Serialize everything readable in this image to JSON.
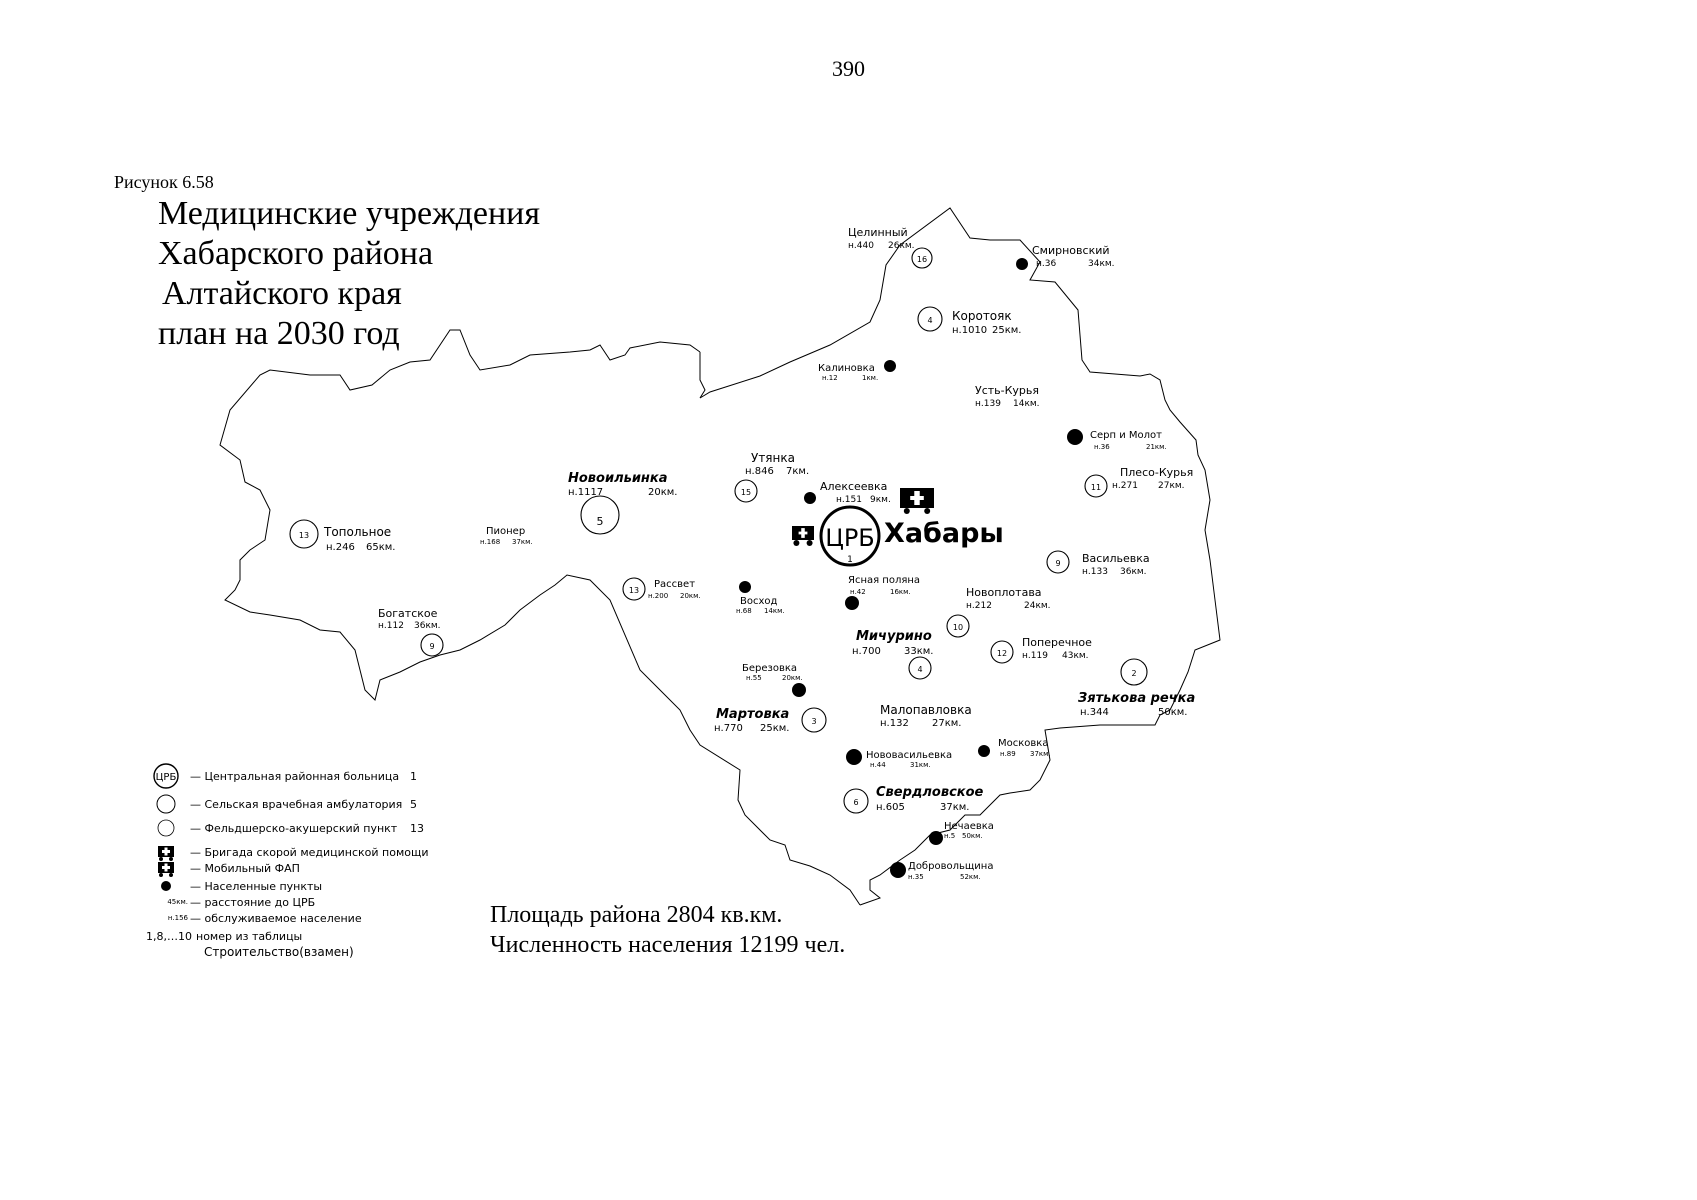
{
  "page_number": "390",
  "figure_label": "Рисунок 6.58",
  "title_lines": [
    "Медицинские учреждения",
    "Хабарского района",
    "Алтайского края",
    "план на 2030 год"
  ],
  "summary": {
    "area": "Площадь района 2804 кв.км.",
    "population": "Численность населения 12199 чел."
  },
  "legend": {
    "crb": {
      "text": "— Центральная районная больница",
      "count": "1",
      "symbol": "ЦРБ"
    },
    "sva": {
      "text": "— Сельская врачебная амбулатория",
      "count": "5"
    },
    "fap": {
      "text": "— Фельдшерско-акушерский пункт",
      "count": "13"
    },
    "ambulance": {
      "text": "— Бригада скорой медицинской помощи"
    },
    "mobile_fap": {
      "text": "— Мобильный ФАП"
    },
    "settlement": {
      "text": "— Населенные пункты"
    },
    "distance": {
      "sample": "45км.",
      "text": "— расстояние до ЦРБ"
    },
    "served": {
      "sample": "н.156",
      "text": "— обслуживаемое население"
    },
    "number": {
      "sample": "1,8,…10",
      "text": "номер из таблицы"
    },
    "construction": {
      "text": "Строительство(взамен)"
    }
  },
  "center": {
    "name": "Хабары",
    "symbol": "ЦРБ",
    "number": "1"
  },
  "places": [
    {
      "name": "Целинный",
      "pop": "н.440",
      "dist": "26км.",
      "num": "16"
    },
    {
      "name": "Смирновский",
      "pop": "н.36",
      "dist": "34км."
    },
    {
      "name": "Коротояк",
      "pop": "н.1010",
      "dist": "25км.",
      "num": "4"
    },
    {
      "name": "Калиновка",
      "pop": "н.12",
      "dist": "1км."
    },
    {
      "name": "Усть-Курья",
      "pop": "н.139",
      "dist": "14км."
    },
    {
      "name": "Серп и Молот",
      "pop": "н.36",
      "dist": "21км."
    },
    {
      "name": "Утянка",
      "pop": "н.846",
      "dist": "7км.",
      "num": "15"
    },
    {
      "name": "Новоильинка",
      "pop": "н.1117",
      "dist": "20км.",
      "num": "5"
    },
    {
      "name": "Алексеевка",
      "pop": "н.151",
      "dist": "9км."
    },
    {
      "name": "Плесо-Курья",
      "pop": "н.271",
      "dist": "27км.",
      "num": "11"
    },
    {
      "name": "Топольное",
      "pop": "н.246",
      "dist": "65км.",
      "num": "13"
    },
    {
      "name": "Пионер",
      "pop": "н.168",
      "dist": "37км."
    },
    {
      "name": "Васильевка",
      "pop": "н.133",
      "dist": "36км.",
      "num": "9"
    },
    {
      "name": "Рассвет",
      "pop": "н.200",
      "dist": "20км.",
      "num": "13"
    },
    {
      "name": "Восход",
      "pop": "н.68",
      "dist": "14км."
    },
    {
      "name": "Ясная поляна",
      "pop": "н.42",
      "dist": "16км."
    },
    {
      "name": "Новоплотава",
      "pop": "н.212",
      "dist": "24км.",
      "num": "10"
    },
    {
      "name": "Богатское",
      "pop": "н.112",
      "dist": "36км.",
      "num": "9"
    },
    {
      "name": "Мичурино",
      "pop": "н.700",
      "dist": "33км.",
      "num": "4"
    },
    {
      "name": "Поперечное",
      "pop": "н.119",
      "dist": "43км.",
      "num": "12"
    },
    {
      "name": "Березовка",
      "pop": "н.55",
      "dist": "20км."
    },
    {
      "name": "Зятькова речка",
      "pop": "н.344",
      "dist": "50км.",
      "num": "2"
    },
    {
      "name": "Мартовка",
      "pop": "н.770",
      "dist": "25км.",
      "num": "3"
    },
    {
      "name": "Малопавловка",
      "pop": "н.132",
      "dist": "27км."
    },
    {
      "name": "Нововасильевка",
      "pop": "н.44",
      "dist": "31км."
    },
    {
      "name": "Московка",
      "pop": "н.89",
      "dist": "37км."
    },
    {
      "name": "Свердловское",
      "pop": "н.605",
      "dist": "37км.",
      "num": "6"
    },
    {
      "name": "Нечаевка",
      "pop": "н.5",
      "dist": "50км."
    },
    {
      "name": "Добровольщина",
      "pop": "н.35",
      "dist": "52км."
    }
  ]
}
